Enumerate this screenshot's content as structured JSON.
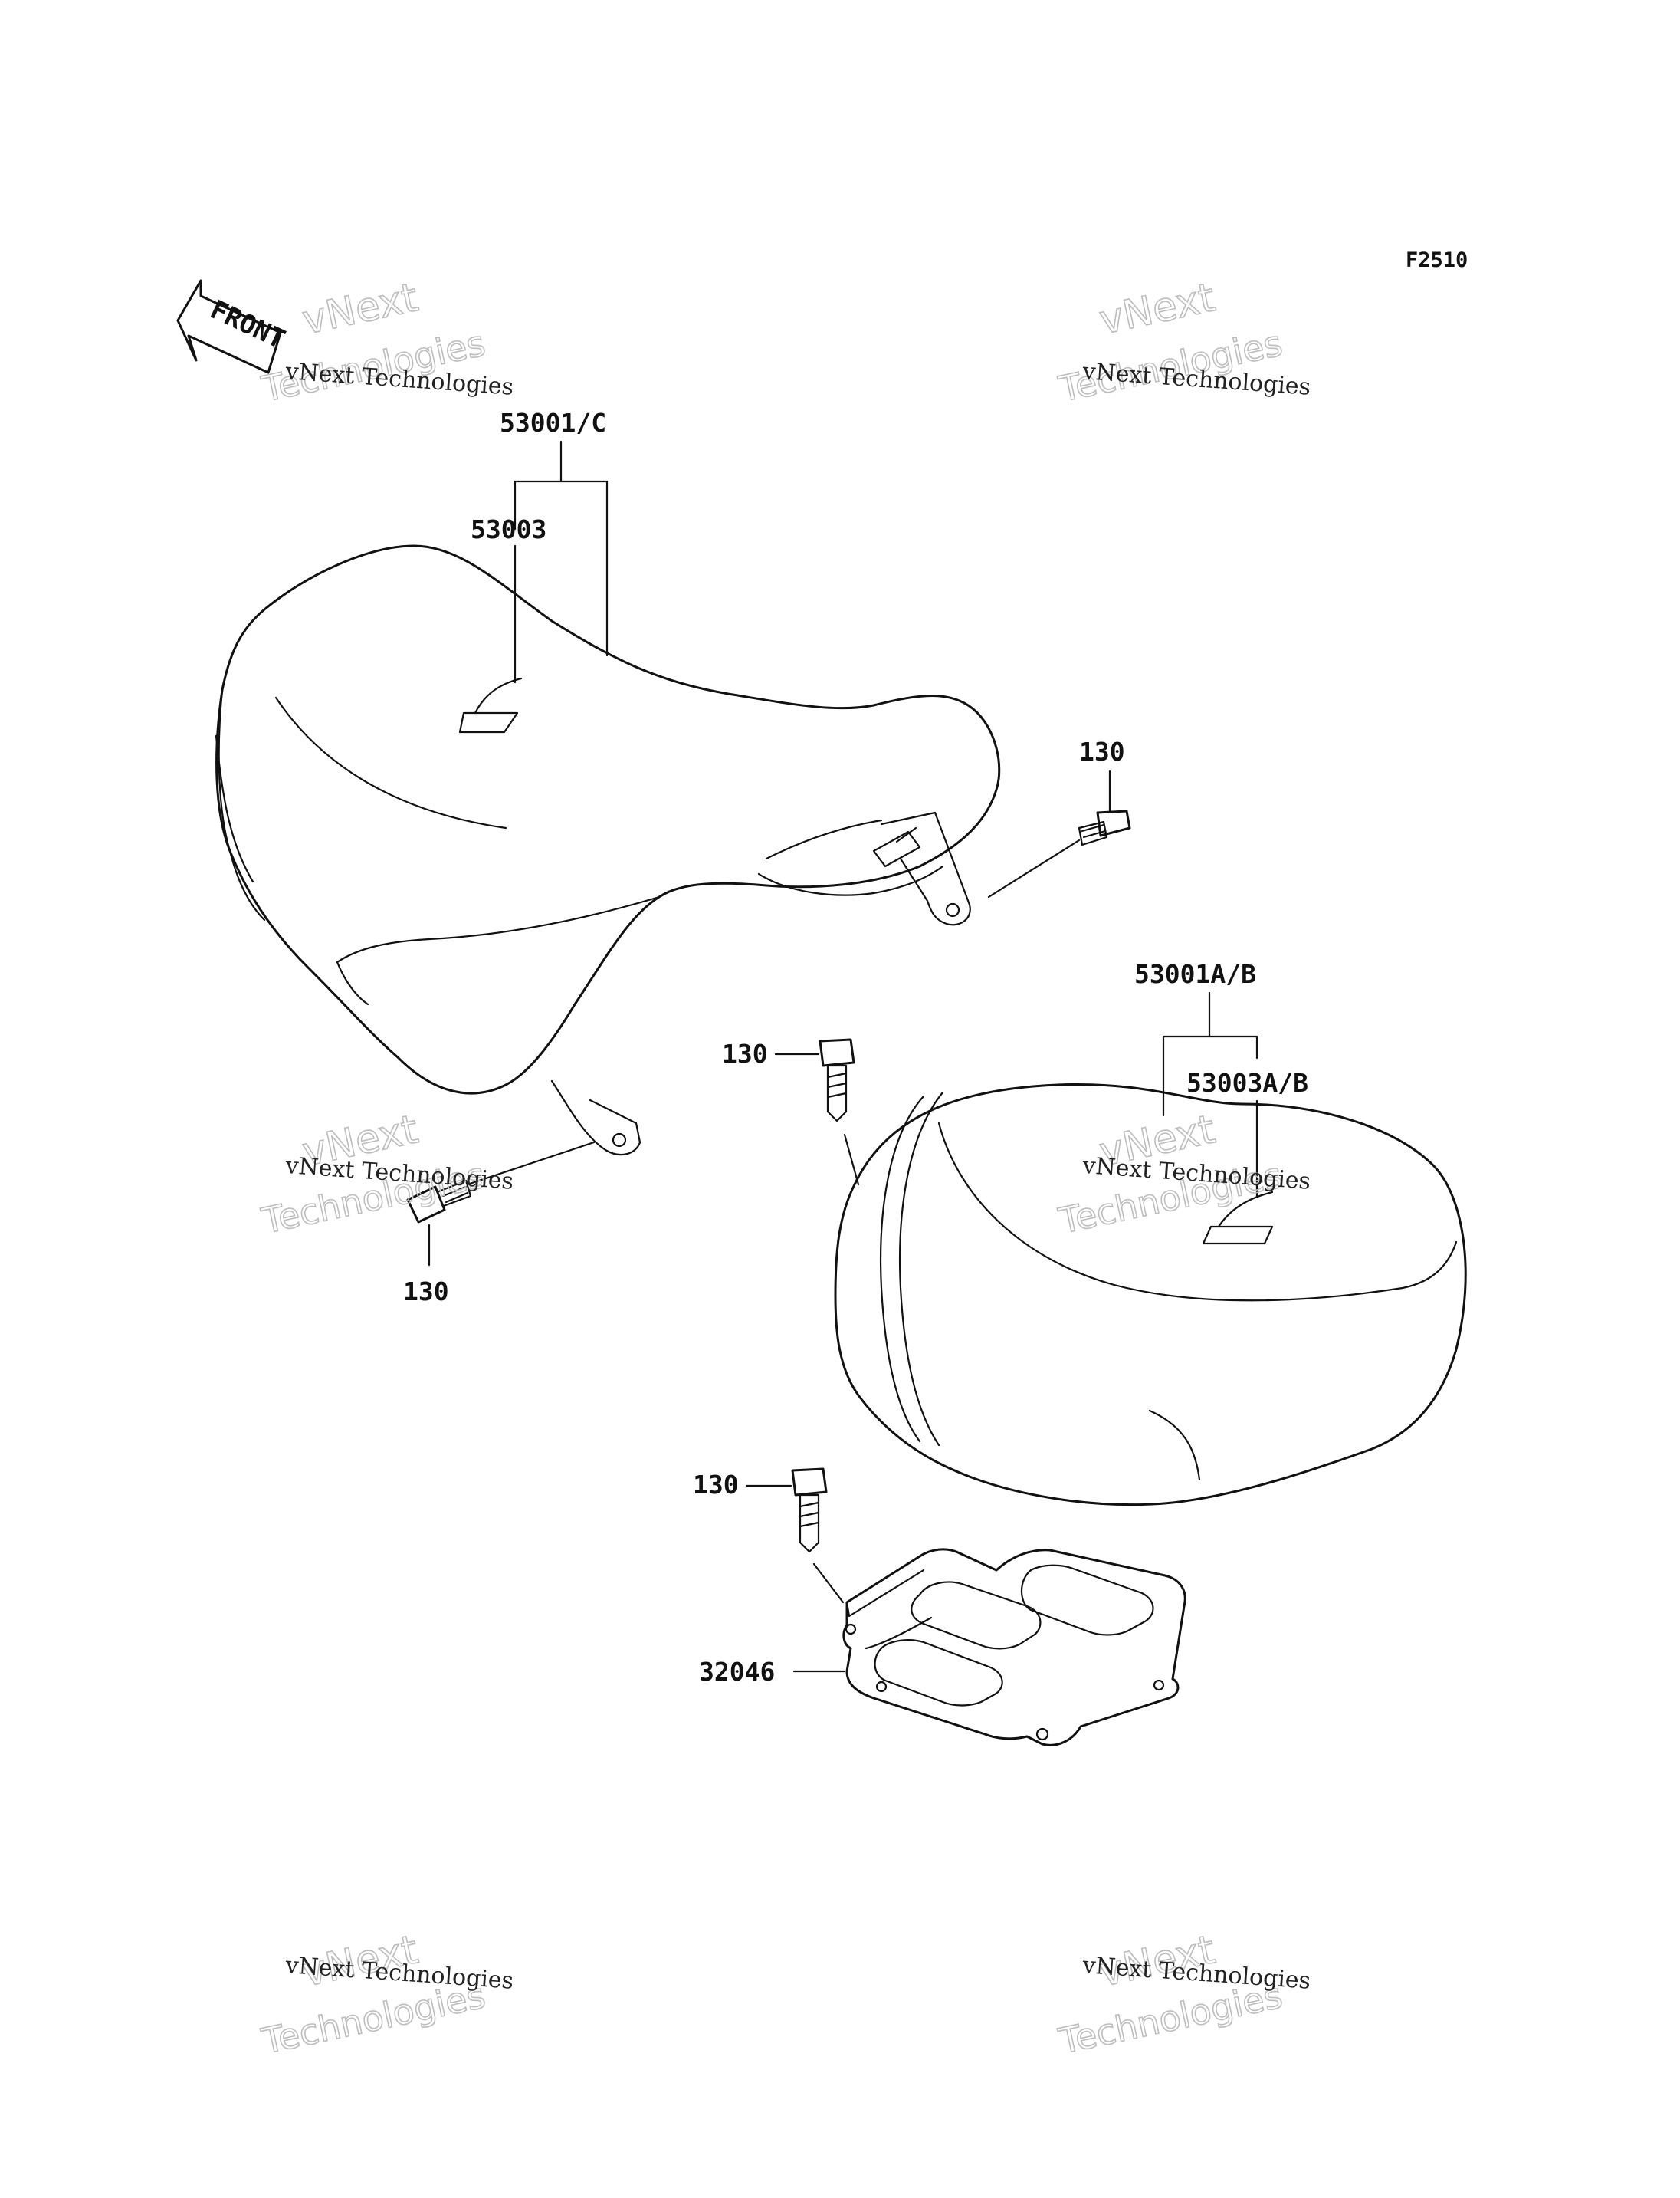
{
  "figure_code": "F2510",
  "front_label": "FRONT",
  "watermark": {
    "line": "vNext Technologies",
    "outline_top": "vNext",
    "outline_bottom": "Technologies"
  },
  "callouts": {
    "seat_front_assy": "53001/C",
    "seat_front_label": "53003",
    "seat_rear_assy": "53001A/B",
    "seat_rear_label": "53003A/B",
    "bolt": "130",
    "plate": "32046"
  }
}
